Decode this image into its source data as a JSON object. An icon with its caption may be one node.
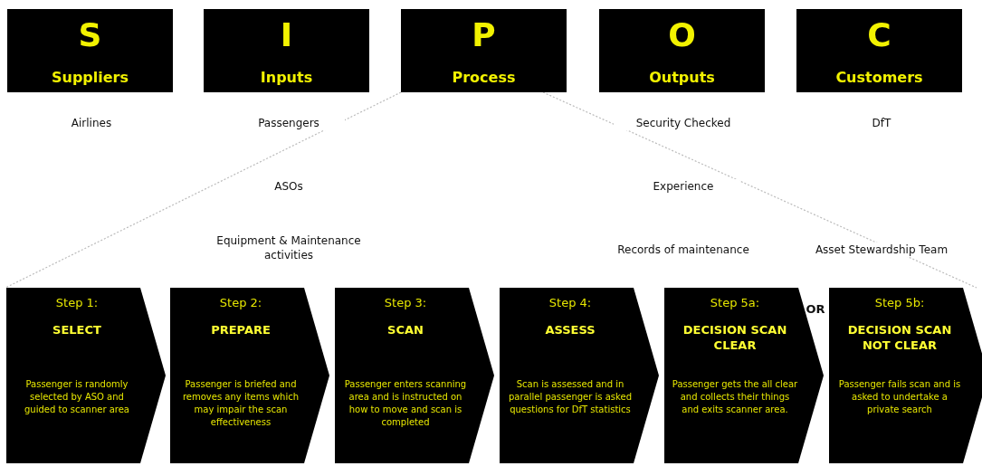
{
  "diagram": {
    "nodes": [
      {
        "text": [
          "S",
          "Suppliers"
        ]
      },
      {
        "text": [
          "I",
          "Inputs"
        ]
      },
      {
        "text": [
          "P",
          "Process"
        ]
      },
      {
        "text": [
          "O",
          "Outputs"
        ]
      },
      {
        "text": [
          "C",
          "Customers"
        ]
      },
      {
        "text": [
          "Step 1:",
          "SELECT",
          "Passenger is randomly selected by ASO and guided to scanner area"
        ]
      },
      {
        "text": [
          "Step 2:",
          "PREPARE",
          "Passenger is briefed and removes any items which may impair the scan effectiveness"
        ]
      },
      {
        "text": [
          "Step 3:",
          "SCAN",
          "Passenger enters scanning area and is instructed on how to move and scan is completed"
        ]
      },
      {
        "text": [
          "Step 4:",
          "ASSESS",
          "Scan is assessed and in parallel passenger is asked questions for DfT statistics"
        ]
      },
      {
        "text": [
          "Step 5a:",
          "DECISION SCAN CLEAR",
          "Passenger gets the all clear and collects their things and exits scanner area."
        ]
      },
      {
        "text": [
          "Step 5b:",
          "DECISION SCAN NOT CLEAR",
          "Passenger fails scan and is asked to undertake a private search"
        ]
      }
    ],
    "labels": [
      "Airlines",
      "Passengers",
      "Security Checked",
      "DfT",
      "ASOs",
      "Experience",
      "Equipment & Maintenance activities",
      "Records of maintenance",
      "Asset Stewardship Team",
      "OR"
    ]
  }
}
